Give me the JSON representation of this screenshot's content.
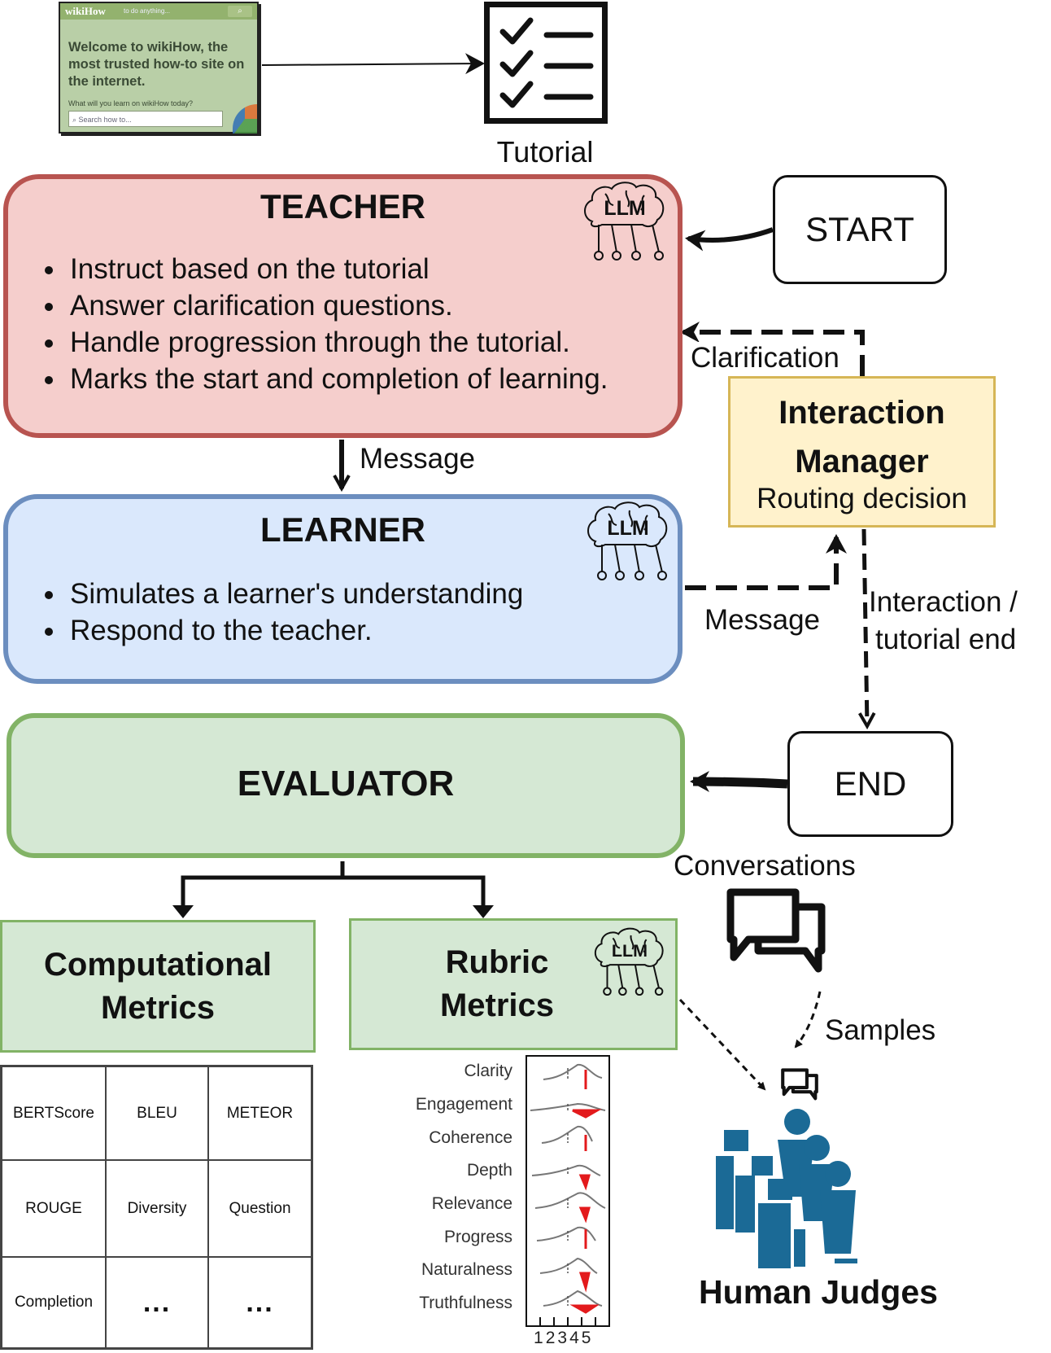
{
  "wikihow": {
    "logo": "wikiHow",
    "tagline": "to do anything...",
    "welcome": "Welcome to wikiHow, the most trusted how-to site on the internet.",
    "prompt": "What will you learn on wikiHow today?",
    "search_placeholder": "Search how to..."
  },
  "tutorial": {
    "label": "Tutorial",
    "icon": "checklist-icon"
  },
  "teacher": {
    "title": "TEACHER",
    "badge": "LLM",
    "bullets": [
      "Instruct based on the tutorial",
      "Answer clarification questions.",
      "Handle progression through the tutorial.",
      "Marks the start and completion of learning."
    ]
  },
  "learner": {
    "title": "LEARNER",
    "badge": "LLM",
    "bullets": [
      "Simulates a learner's understanding",
      "Respond to the teacher."
    ]
  },
  "evaluator": {
    "title": "EVALUATOR"
  },
  "start": {
    "label": "START"
  },
  "end": {
    "label": "END"
  },
  "interaction_manager": {
    "title_line1": "Interaction",
    "title_line2": "Manager",
    "subtitle": "Routing decision"
  },
  "edges": {
    "message_teacher_learner": "Message",
    "clarification": "Clarification",
    "message_learner_manager": "Message",
    "interaction_end_line1": "Interaction /",
    "interaction_end_line2": "tutorial end",
    "conversations": "Conversations",
    "samples": "Samples"
  },
  "computational_metrics": {
    "title_line1": "Computational",
    "title_line2": "Metrics",
    "cells": [
      "BERTScore",
      "BLEU",
      "METEOR",
      "ROUGE",
      "Diversity",
      "Question",
      "Completion",
      "...",
      "..."
    ]
  },
  "rubric_metrics": {
    "title_line1": "Rubric",
    "title_line2": "Metrics",
    "badge": "LLM",
    "criteria": [
      "Clarity",
      "Engagement",
      "Coherence",
      "Depth",
      "Relevance",
      "Progress",
      "Naturalness",
      "Truthfulness"
    ],
    "x_ticks": [
      "1",
      "2",
      "3",
      "4",
      "5"
    ],
    "highlight_color": "#e31a1c"
  },
  "human_judges": {
    "label": "Human Judges",
    "icon": "people-at-computers-icon",
    "accent": "#1b6a96"
  },
  "colors": {
    "teacher_fill": "#f5cecc",
    "teacher_border": "#b85450",
    "learner_fill": "#dae8fc",
    "learner_border": "#6c8ebf",
    "evaluator_fill": "#d5e8d4",
    "evaluator_border": "#82b366",
    "manager_fill": "#fff2cc",
    "manager_border": "#d6b656"
  }
}
